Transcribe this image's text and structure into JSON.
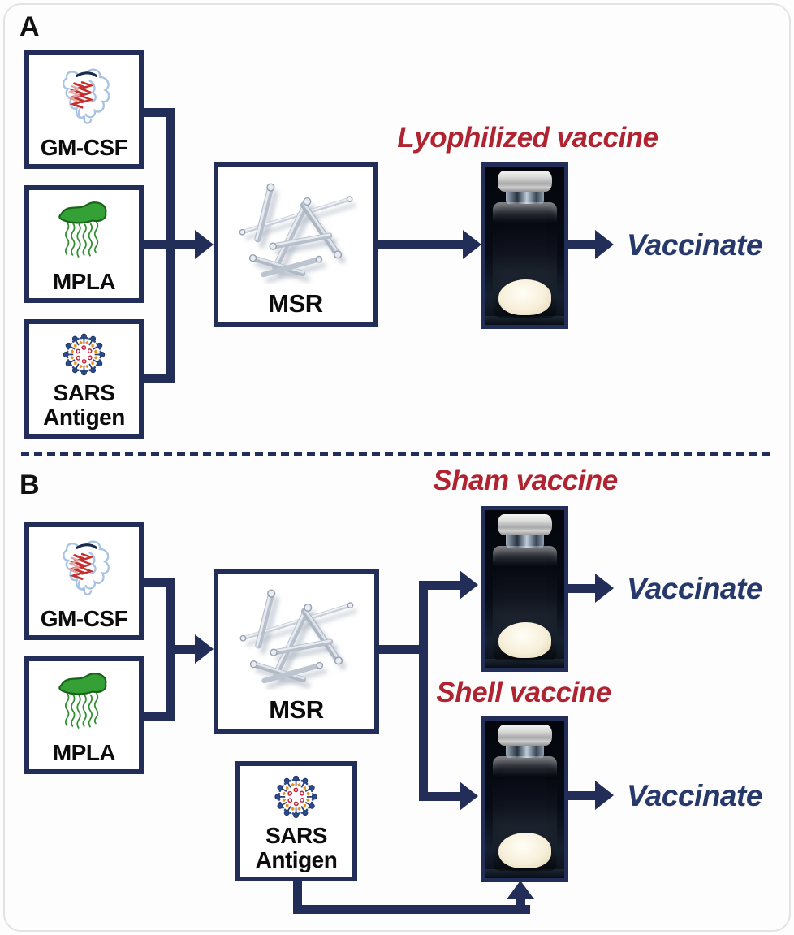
{
  "figure": {
    "panelA": {
      "label": "A",
      "boxes": [
        {
          "label": "GM-CSF",
          "icon": "protein-ribbon-icon"
        },
        {
          "label": "MPLA",
          "icon": "lipid-chains-icon"
        },
        {
          "label": "SARS Antigen",
          "icon": "virus-particle-icon"
        }
      ],
      "msr_label": "MSR",
      "vial_title": "Lyophilized vaccine",
      "vaccinate_label": "Vaccinate"
    },
    "panelB": {
      "label": "B",
      "boxes": [
        {
          "label": "GM-CSF",
          "icon": "protein-ribbon-icon"
        },
        {
          "label": "MPLA",
          "icon": "lipid-chains-icon"
        }
      ],
      "msr_label": "MSR",
      "antigen_box_label": "SARS Antigen",
      "sham_title": "Sham vaccine",
      "shell_title": "Shell vaccine",
      "vaccinate_sham_label": "Vaccinate",
      "vaccinate_shell_label": "Vaccinate"
    },
    "colors": {
      "line_navy": "#222e58",
      "title_red": "#b02330",
      "vaccinate_navy": "#27396b",
      "box_label_black": "#0c0c0c"
    },
    "icon_names": [
      "protein-ribbon-icon",
      "lipid-chains-icon",
      "virus-particle-icon",
      "silica-rods-icon",
      "vial-photo"
    ]
  }
}
